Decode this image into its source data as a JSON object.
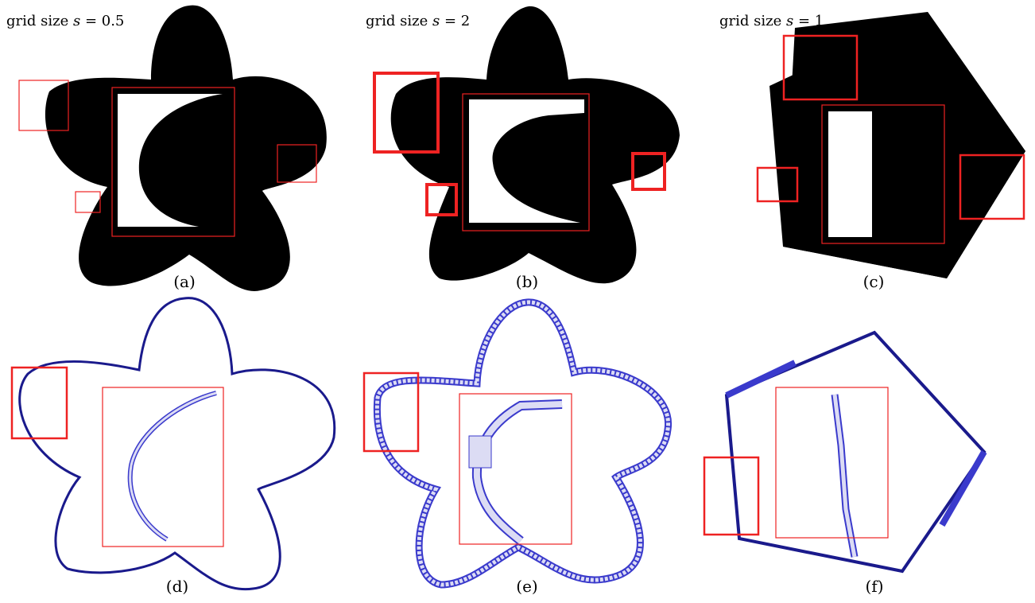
{
  "titles": {
    "a_prefix": "grid size ",
    "a_var": "s",
    "a_rest": " = 0.5",
    "b_prefix": "grid size ",
    "b_var": "s",
    "b_rest": " = 2",
    "c_prefix": "grid size ",
    "c_var": "s",
    "c_rest": " = 1"
  },
  "captions": {
    "a": "(a)",
    "b": "(b)",
    "c": "(c)",
    "d": "(d)",
    "e": "(e)",
    "f": "(f)"
  },
  "colors": {
    "shape_fill": "#000000",
    "hole_fill": "#ffffff",
    "highlight_box": "#ee2222",
    "outline_stroke": "#1a1a8c",
    "cell_fill": "#dcdcf4",
    "cell_stroke": "#3a3acc"
  }
}
